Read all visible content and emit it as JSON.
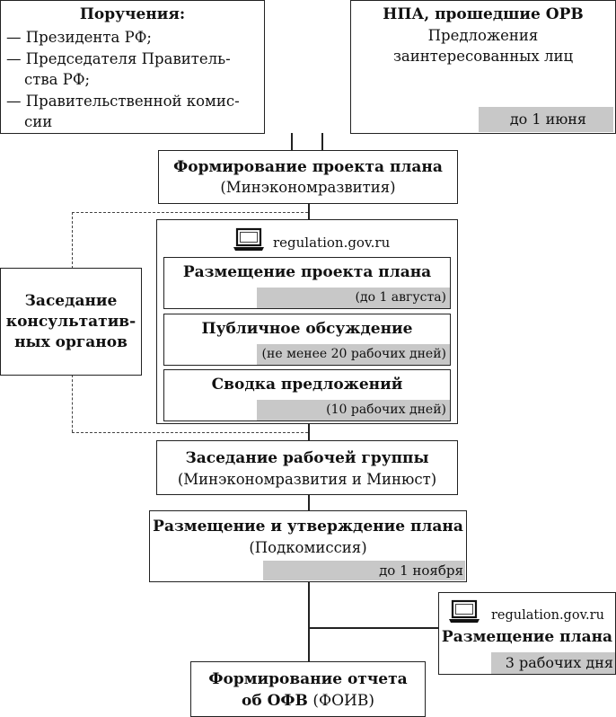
{
  "orders": {
    "title": "Поручения:",
    "lines": [
      "— Президента РФ;",
      "— Председателя Правитель-",
      "ства РФ;",
      "— Правительственной комис-",
      "сии"
    ]
  },
  "npa": {
    "title": "НПА, прошедшие ОРВ",
    "line1": "Предложения",
    "line2": "заинтересованных лиц",
    "deadline": "до 1 июня"
  },
  "formation": {
    "title": "Формирование проекта плана",
    "subtitle": "(Минэкономразвития)"
  },
  "portal": {
    "site": "regulation.gov.ru",
    "steps": [
      {
        "title": "Размещение проекта плана",
        "deadline": "(до 1 августа)"
      },
      {
        "title": "Публичное обсуждение",
        "deadline": "(не менее 20 рабочих дней)"
      },
      {
        "title": "Сводка предложений",
        "deadline": "(10 рабочих дней)"
      }
    ]
  },
  "advisory": {
    "line1": "Заседание",
    "line2": "консультатив-",
    "line3": "ных органов"
  },
  "working_group": {
    "title": "Заседание рабочей группы",
    "subtitle": "(Минэкономразвития и Минюст)"
  },
  "approval": {
    "title": "Размещение и утверждение плана",
    "subtitle": "(Подкомиссия)",
    "deadline": "до 1 ноября"
  },
  "placement": {
    "site": "regulation.gov.ru",
    "title": "Размещение плана",
    "deadline": "3 рабочих дня"
  },
  "report": {
    "line1": "Формирование отчета",
    "line2_bold": "об ОФВ",
    "line2_rest": " (ФОИВ)"
  }
}
